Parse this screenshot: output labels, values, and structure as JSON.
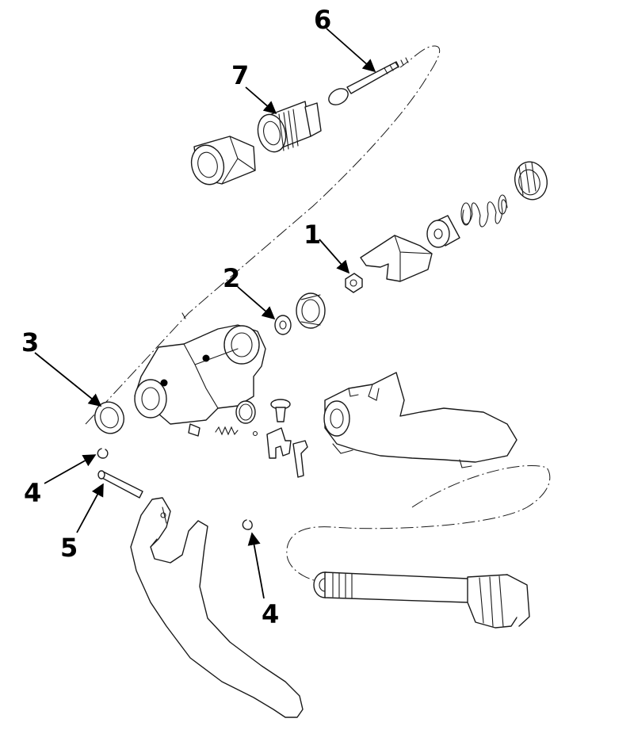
{
  "callouts": [
    {
      "id": "c6",
      "label": "6"
    },
    {
      "id": "c7",
      "label": "7"
    },
    {
      "id": "c1",
      "label": "1"
    },
    {
      "id": "c2",
      "label": "2"
    },
    {
      "id": "c3",
      "label": "3"
    },
    {
      "id": "c4a",
      "label": "4"
    },
    {
      "id": "c5",
      "label": "5"
    },
    {
      "id": "c4b",
      "label": "4"
    }
  ],
  "parts": [
    "threaded-rod",
    "spool-nozzle",
    "hex-nut",
    "nut-washer",
    "spring-retainer",
    "drum",
    "coil-spring",
    "threaded-plug",
    "o-seal",
    "valve-body",
    "retaining-ring",
    "spring-clip",
    "clevis-pin",
    "o-ring",
    "fork-bracket",
    "screw",
    "small-spring",
    "lever-housing",
    "trigger-lever",
    "inlet-connector"
  ]
}
